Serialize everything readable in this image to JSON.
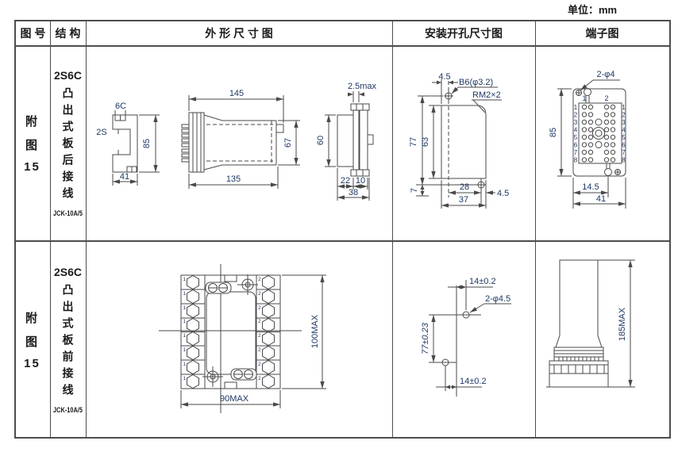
{
  "page": {
    "unit_label": "单位：mm"
  },
  "header": {
    "col_figure": "图 号",
    "col_structure": "结 构",
    "col_outline": "外 形 尺 寸 图",
    "col_mounting": "安装开孔尺寸图",
    "col_terminal": "端子图"
  },
  "row1": {
    "figure": {
      "l1": "附",
      "l2": "图",
      "l3": "15"
    },
    "structure": {
      "model": "2S6C",
      "desc": "凸出式板后接线",
      "code": "JCK-10A/5"
    },
    "outline": {
      "rail": {
        "top": "6C",
        "left": "2S",
        "height": "85",
        "width": "41"
      },
      "side": {
        "w_top": "145",
        "w_bottom": "135",
        "height": "67"
      },
      "end": {
        "t": "2.5max",
        "height": "60",
        "w1": "22",
        "w2": "10",
        "w3": "38"
      }
    },
    "mounting": {
      "d_top": "4.5",
      "hole": "B6(φ3.2)",
      "thread": "RM2×2",
      "h_outer": "77",
      "h_inner": "63",
      "h_low": "7",
      "w_inner": "28",
      "w_outer": "37",
      "d_right": "4.5"
    },
    "terminal": {
      "callout": "2-φ4",
      "height": "85",
      "w_inner": "14.5",
      "w_outer": "41",
      "c1": "1",
      "c2": "2",
      "n": [
        "1",
        "2",
        "3",
        "4",
        "5",
        "6",
        "7",
        "8"
      ]
    }
  },
  "row2": {
    "figure": {
      "l1": "附",
      "l2": "图",
      "l3": "15"
    },
    "structure": {
      "model": "2S6C",
      "desc": "凸出式板前接线",
      "code": "JCK-10A/5"
    },
    "outline": {
      "width": "90MAX",
      "height": "100MAX",
      "ln": "1",
      "rn": "2"
    },
    "mounting": {
      "d_top": "14±0.2",
      "hole": "2-φ4.5",
      "height": "77±0.23",
      "d_bottom": "14±0.2"
    },
    "terminal": {
      "height": "185MAX"
    }
  }
}
